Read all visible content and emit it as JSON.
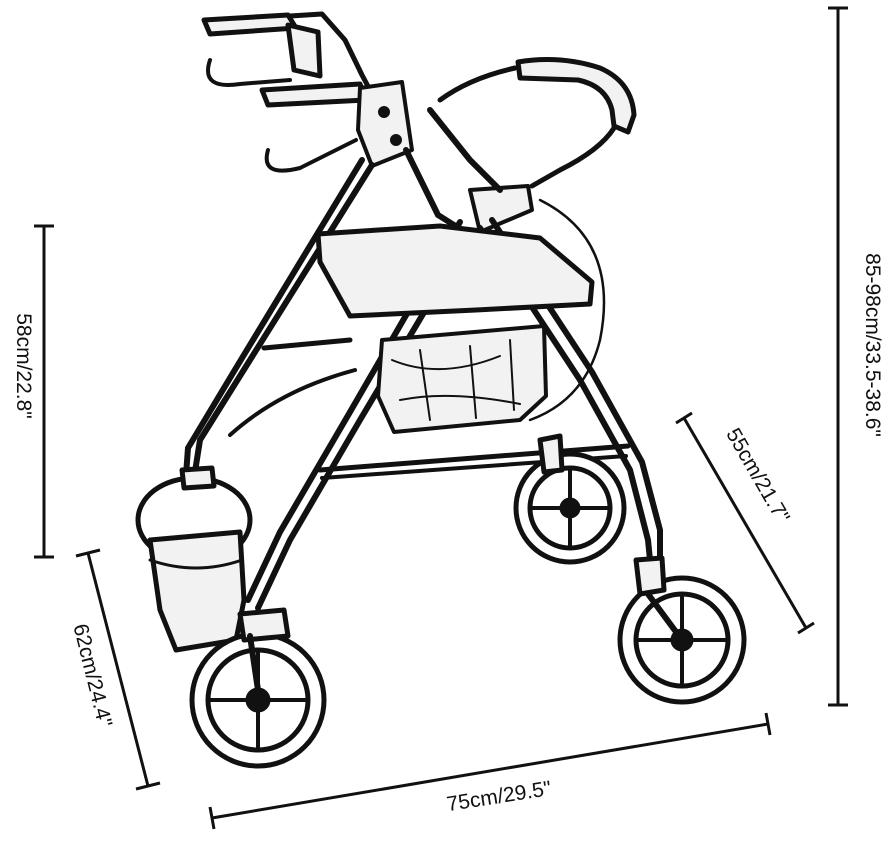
{
  "dimensions": {
    "seat_height": "58cm/22.8\"",
    "overall_height": "85-98cm/33.5-38.6\"",
    "depth": "62cm/24.4\"",
    "width": "75cm/29.5\"",
    "inner_width": "55cm/21.7\""
  },
  "colors": {
    "line": "#111111",
    "background": "#ffffff",
    "fill": "#f2f2f2"
  }
}
